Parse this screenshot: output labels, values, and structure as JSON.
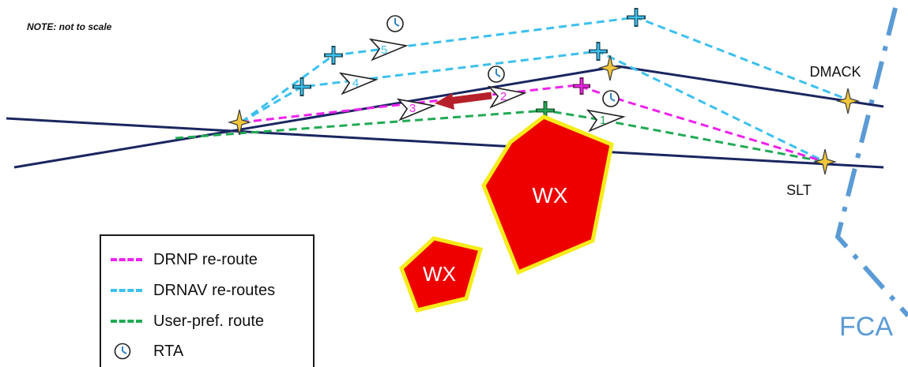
{
  "note": "NOTE: not to scale",
  "colors": {
    "route_line": "#1a2660",
    "drnp": "#ee22ee",
    "drnav": "#3cc0ee",
    "user_pref": "#22aa55",
    "wx_fill": "#ee0000",
    "wx_border": "#f5ec1a",
    "fca": "#5b9bd5",
    "waypoint_star": "#f2c63a",
    "arrow": "#b5202a"
  },
  "waypoints": {
    "dmack": "DMACK",
    "slt": "SLT"
  },
  "weather": {
    "big": "WX",
    "small": "WX"
  },
  "fca_label": "FCA",
  "aircraft_labels": [
    "1",
    "2",
    "3",
    "4",
    "5"
  ],
  "legend": {
    "items": [
      {
        "label": "DRNP re-route",
        "color": "#ee22ee"
      },
      {
        "label": "DRNAV re-routes",
        "color": "#3cc0ee"
      },
      {
        "label": "User-pref. route",
        "color": "#22aa55"
      },
      {
        "label": "RTA",
        "icon": "clock-icon"
      }
    ]
  }
}
